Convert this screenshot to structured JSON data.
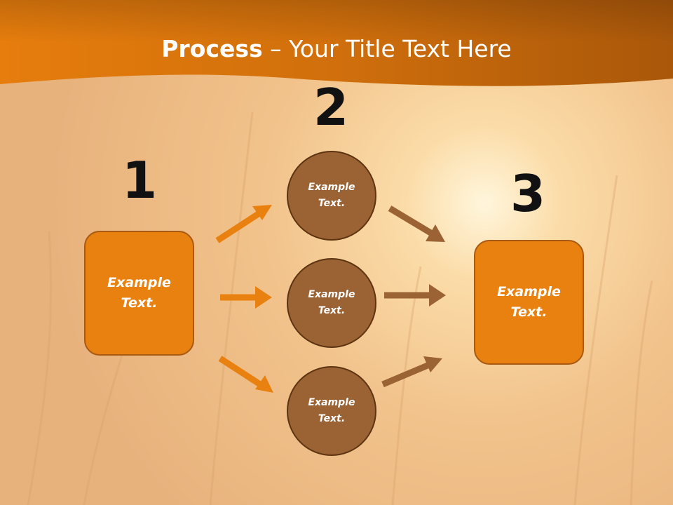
{
  "title": {
    "bold": "Process",
    "rest": " – Your Title Text Here"
  },
  "steps": [
    {
      "number": "1",
      "text": "Example Text."
    },
    {
      "number": "2"
    },
    {
      "number": "3",
      "text": "Example Text."
    }
  ],
  "circles": [
    {
      "text": "Example Text."
    },
    {
      "text": "Example Text."
    },
    {
      "text": "Example Text."
    }
  ],
  "colors": {
    "orange": "#e8810f",
    "brown": "#9b6234",
    "header": "#c96a0a"
  }
}
